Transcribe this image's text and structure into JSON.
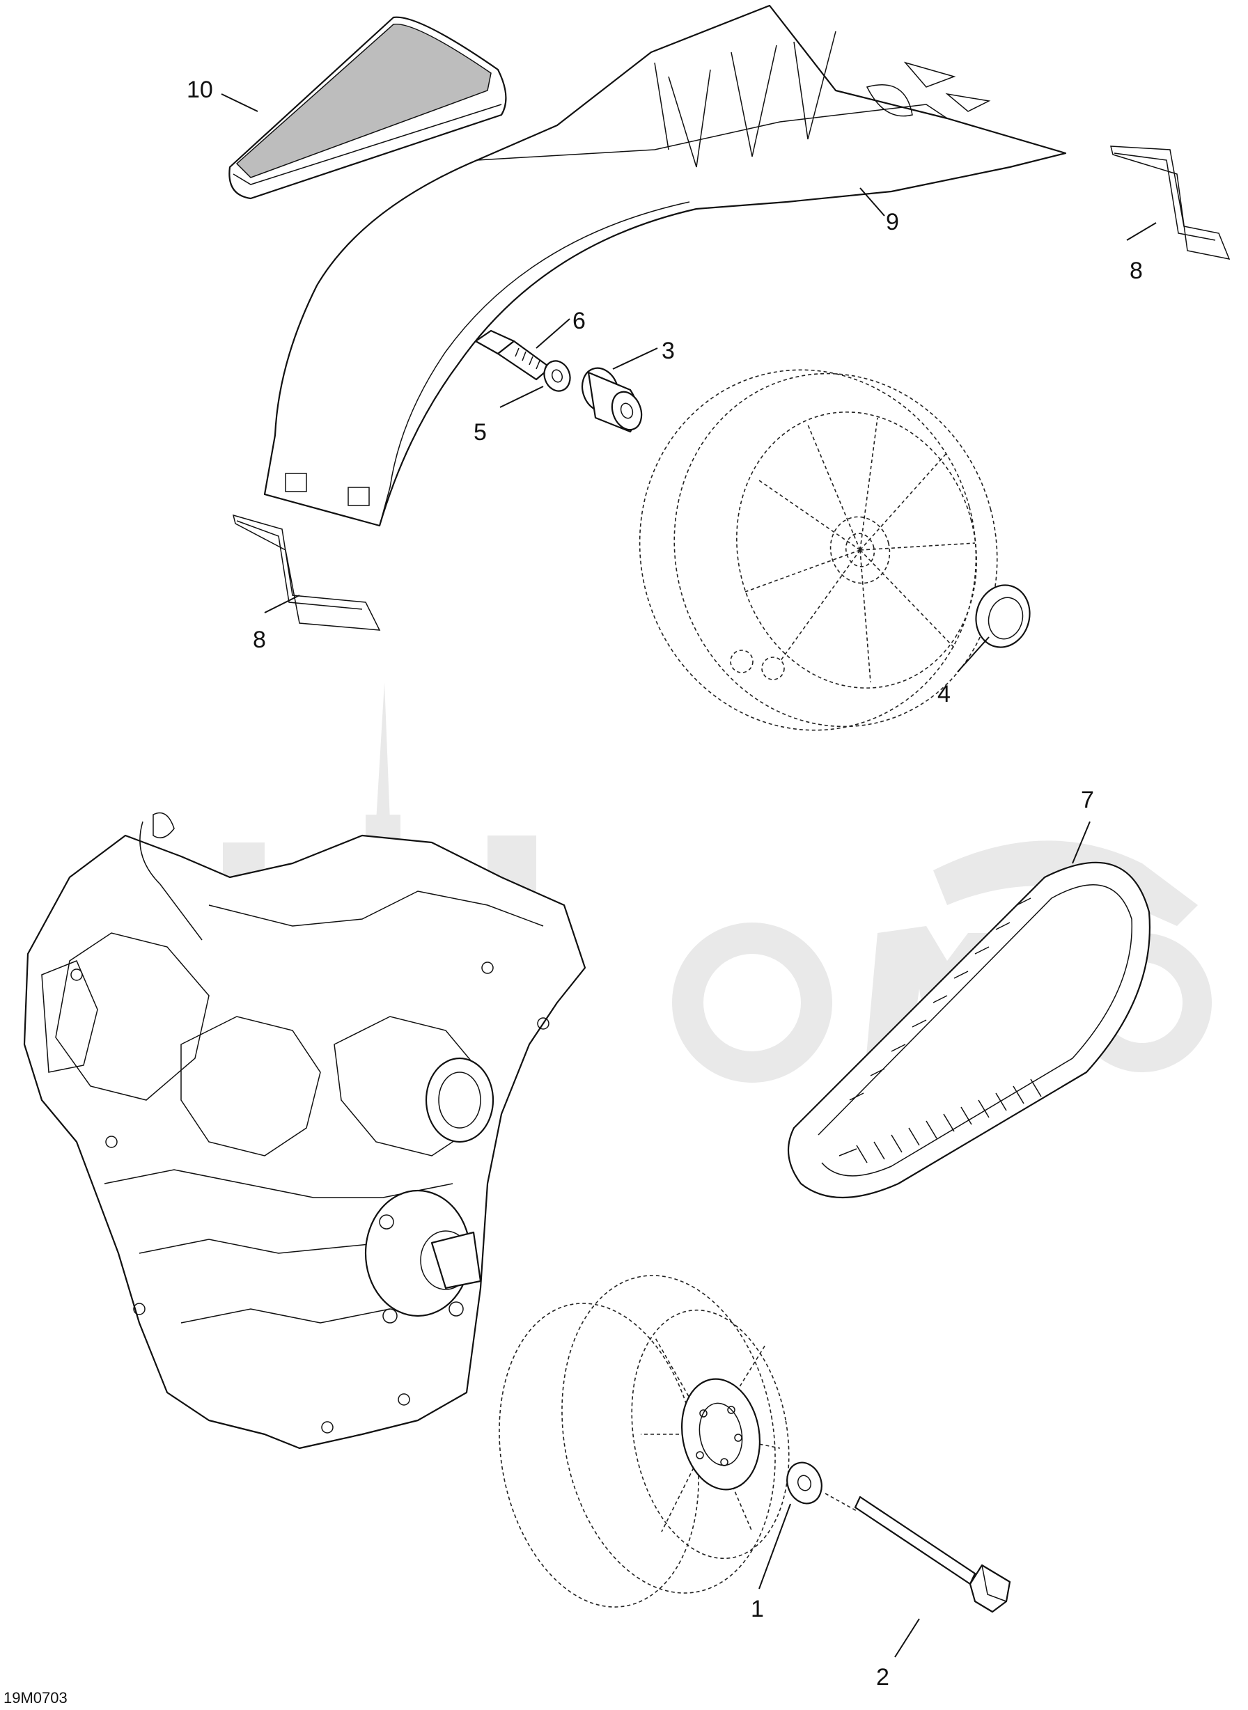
{
  "diagram": {
    "reference_code": "19M0703",
    "callouts": [
      {
        "id": "1",
        "label": "1"
      },
      {
        "id": "2",
        "label": "2"
      },
      {
        "id": "3",
        "label": "3"
      },
      {
        "id": "4",
        "label": "4"
      },
      {
        "id": "5",
        "label": "5"
      },
      {
        "id": "6",
        "label": "6"
      },
      {
        "id": "7",
        "label": "7"
      },
      {
        "id": "8a",
        "label": "8"
      },
      {
        "id": "8b",
        "label": "8"
      },
      {
        "id": "9",
        "label": "9"
      },
      {
        "id": "10",
        "label": "10"
      }
    ]
  }
}
